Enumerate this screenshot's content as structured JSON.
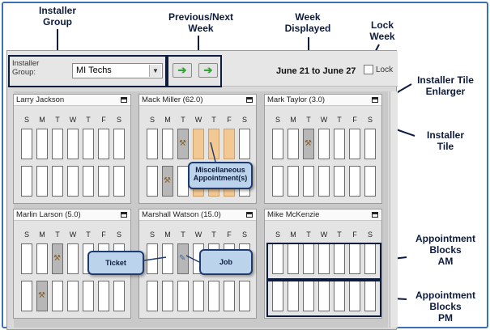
{
  "annotations": {
    "installer_group": "Installer\nGroup",
    "prev_next_week": "Previous/Next\nWeek",
    "week_displayed": "Week\nDisplayed",
    "lock_week": "Lock\nWeek",
    "tile_enlarger": "Installer Tile\nEnlarger",
    "installer_tile": "Installer\nTile",
    "appt_am": "Appointment\nBlocks\nAM",
    "appt_pm": "Appointment\nBlocks\nPM",
    "misc_callout": "Miscellaneous\nAppointment(s)",
    "ticket_callout": "Ticket",
    "job_callout": "Job"
  },
  "toolbar": {
    "group_label": "Installer\nGroup:",
    "group_value": "MI Techs",
    "prev_icon": "arrow-right-icon",
    "next_icon": "arrow-right-icon",
    "week_text": "June 21 to June 27",
    "lock_label": "Lock"
  },
  "days": [
    "S",
    "M",
    "T",
    "W",
    "T",
    "F",
    "S"
  ],
  "tiles": [
    {
      "name": "Larry Jackson",
      "am": [
        "",
        "",
        "",
        "",
        "",
        "",
        ""
      ],
      "pm": [
        "",
        "",
        "",
        "",
        "",
        "",
        ""
      ]
    },
    {
      "name": "Mack Miller  (62.0)",
      "am": [
        "",
        "",
        "job",
        "misc",
        "misc",
        "misc",
        ""
      ],
      "pm": [
        "",
        "job",
        "",
        "misc",
        "misc",
        "misc",
        ""
      ]
    },
    {
      "name": "Mark Taylor  (3.0)",
      "am": [
        "",
        "",
        "job",
        "",
        "",
        "",
        ""
      ],
      "pm": [
        "",
        "",
        "",
        "",
        "",
        "",
        ""
      ]
    },
    {
      "name": "Marlin Larson  (5.0)",
      "am": [
        "",
        "",
        "job",
        "",
        "",
        "",
        ""
      ],
      "pm": [
        "",
        "job",
        "",
        "",
        "",
        "",
        ""
      ]
    },
    {
      "name": "Marshall Watson  (15.0)",
      "am": [
        "",
        "",
        "ticket",
        "",
        "",
        "",
        ""
      ],
      "pm": [
        "",
        "",
        "",
        "",
        "",
        "",
        ""
      ]
    },
    {
      "name": "Mike McKenzie",
      "am": [
        "",
        "",
        "",
        "",
        "",
        "",
        ""
      ],
      "pm": [
        "",
        "",
        "",
        "",
        "",
        "",
        ""
      ]
    }
  ],
  "colors": {
    "annotation_border": "#0d1b3e",
    "callout_fill": "#bcd3ec",
    "misc_fill": "#f2c993",
    "job_fill": "#b7b7b7",
    "nav_arrow": "#33a433"
  }
}
